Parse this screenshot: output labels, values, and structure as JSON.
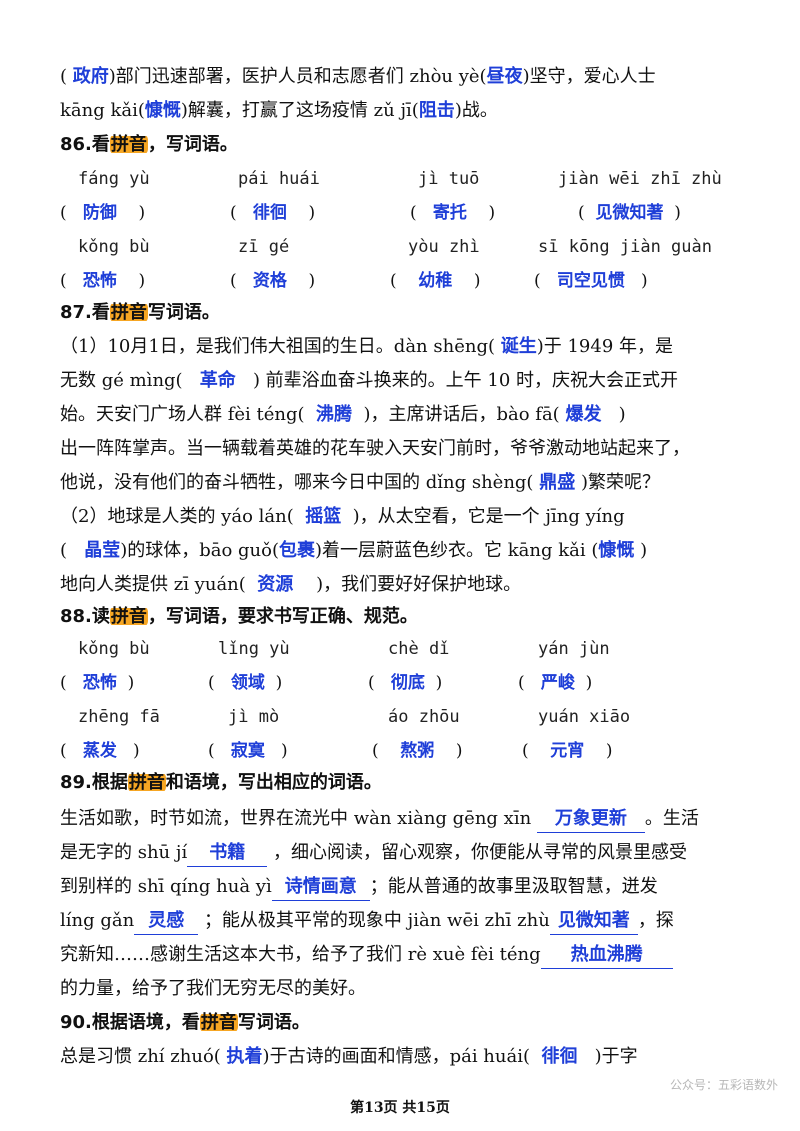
{
  "intro": {
    "l1a": "( ",
    "a_zhengfu": "政府",
    "l1b": ")部门迅速部署，医护人员和志愿者们 zhòu yè(",
    "a_zhouye": "昼夜",
    "l1c": ")坚守，爱心人士",
    "l2a": "kāng kǎi(",
    "a_kangkai": "慷慨",
    "l2b": ")解囊，打赢了这场疫情 zǔ jī(",
    "a_zuji": "阻击",
    "l2c": ")战。"
  },
  "q86": {
    "num": "86.看",
    "hl": "拼音",
    "rest": "，写词语。",
    "row1_py": [
      "fáng yù",
      "pái huái",
      "jì tuō",
      "jiàn wēi zhī zhù"
    ],
    "row1_ans": [
      "防御",
      "徘徊",
      "寄托",
      "见微知著"
    ],
    "row2_py": [
      "kǒng bù",
      "zī gé",
      "yòu zhì",
      "sī kōng jiàn guàn"
    ],
    "row2_ans": [
      "恐怖",
      "资格",
      "幼稚",
      "司空见惯"
    ]
  },
  "q87": {
    "num": "87.看",
    "hl": "拼音",
    "rest": "写词语。",
    "p1_l1a": "（1）10月1日，是我们伟大祖国的生日。dàn shēng(",
    "a1": "诞生",
    "p1_l1b": ")于 1949 年，是",
    "p1_l2a": "无数 gé mìng(",
    "a2": "革命",
    "p1_l2b": ") 前辈浴血奋斗换来的。上午 10 时，庆祝大会正式开",
    "p1_l3a": "始。天安门广场人群 fèi téng(",
    "a3": "沸腾",
    "p1_l3b": ")，主席讲话后，bào fā(",
    "a4": "爆发",
    "p1_l3c": ")",
    "p1_l4": "出一阵阵掌声。当一辆载着英雄的花车驶入天安门前时，爷爷激动地站起来了，",
    "p1_l5a": "他说，没有他们的奋斗牺牲，哪来今日中国的 dǐng shèng(",
    "a5": "鼎盛",
    "p1_l5b": ")繁荣呢？",
    "p2_l1a": "（2）地球是人类的 yáo lán(",
    "a6": "摇篮",
    "p2_l1b": ")，从太空看，它是一个 jīng yíng",
    "p2_l2a": "(",
    "a7": "晶莹",
    "p2_l2b": ")的球体，bāo guǒ(",
    "a8": "包裹",
    "p2_l2c": ")着一层蔚蓝色纱衣。它 kāng kǎi (",
    "a9": "慷慨",
    "p2_l2d": ")",
    "p2_l3a": "地向人类提供 zī yuán(",
    "a10": "资源",
    "p2_l3b": ")，我们要好好保护地球。"
  },
  "q88": {
    "num": "88.读",
    "hl": "拼音",
    "rest": "，写词语，要求书写正确、规范。",
    "row1_py": [
      "kǒng bù",
      "lǐng yù",
      "chè dǐ",
      "yán jùn"
    ],
    "row1_ans": [
      "恐怖",
      "领域",
      "彻底",
      "严峻"
    ],
    "row2_py": [
      "zhēng fā",
      "jì mò",
      "áo zhōu",
      "yuán xiāo"
    ],
    "row2_ans": [
      "蒸发",
      "寂寞",
      "熬粥",
      "元宵"
    ]
  },
  "q89": {
    "num": "89.根据",
    "hl": "拼音",
    "rest": "和语境，写出相应的词语。",
    "l1a": "生活如歌，时节如流，世界在流光中 wàn xiàng gēng xīn",
    "a1": "万象更新",
    "l1b": "。生活",
    "l2a": "是无字的 shū jí",
    "a2": "书籍",
    "l2b": "，细心阅读，留心观察，你便能从寻常的风景里感受",
    "l3a": "到别样的 shī qíng huà yì",
    "a3": "诗情画意",
    "l3b": "；能从普通的故事里汲取智慧，迸发",
    "l4a": "líng gǎn",
    "a4": "灵感",
    "l4b": "；能从极其平常的现象中 jiàn wēi zhī zhù",
    "a5": "见微知著",
    "l4c": "，探",
    "l5a": "究新知……感谢生活这本大书，给予了我们 rè xuè fèi téng",
    "a6": "热血沸腾",
    "l6": "的力量，给予了我们无穷无尽的美好。"
  },
  "q90": {
    "num": "90.根据语境，看",
    "hl": "拼音",
    "rest": "写词语。",
    "l1a": "总是习惯 zhí zhuó(",
    "a1": "执着",
    "l1b": ")于古诗的画面和情感，pái huái(",
    "a2": "徘徊",
    "l1c": ")于字"
  },
  "watermark": "公众号：五彩语数外",
  "footer": "第13页 共15页"
}
